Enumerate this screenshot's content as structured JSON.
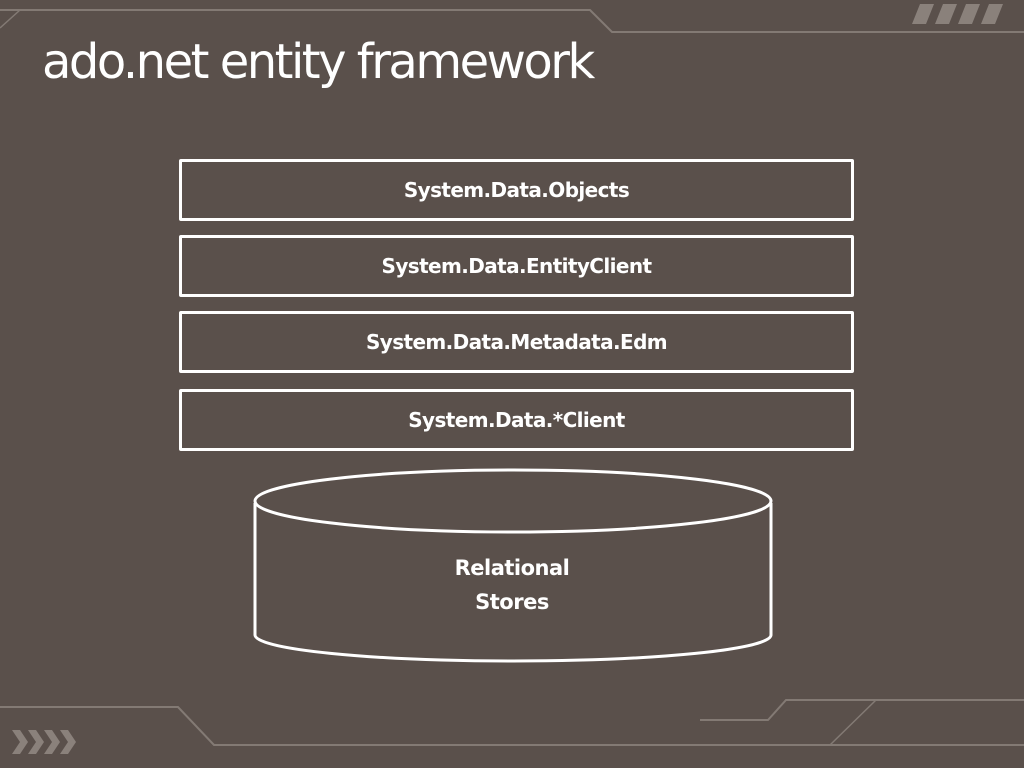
{
  "slide": {
    "title": "ado.net entity framework"
  },
  "diagram": {
    "layers": [
      {
        "label": "System.Data.Objects"
      },
      {
        "label": "System.Data.EntityClient"
      },
      {
        "label": "System.Data.Metadata.Edm"
      },
      {
        "label": "System.Data.*Client"
      }
    ],
    "store": {
      "line1": "Relational",
      "line2": "Stores"
    }
  },
  "colors": {
    "background": "#5a504b",
    "foreground": "#ffffff",
    "decoration": "#837a74"
  }
}
